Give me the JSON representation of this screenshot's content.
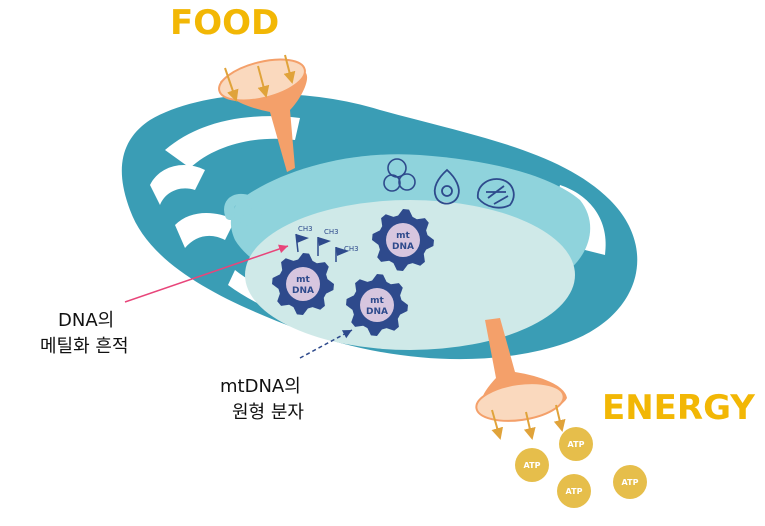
{
  "labels": {
    "food": "FOOD",
    "energy": "ENERGY"
  },
  "annotations": {
    "methylation": {
      "line1": "DNA의",
      "line2": "메틸화 흔적"
    },
    "circular": {
      "line1": "mtDNA의",
      "line2": "원형 분자"
    }
  },
  "gears": [
    {
      "line1": "mt",
      "line2": "DNA"
    },
    {
      "line1": "mt",
      "line2": "DNA"
    },
    {
      "line1": "mt",
      "line2": "DNA"
    }
  ],
  "methyl_tags": [
    "CH3",
    "CH3",
    "CH3"
  ],
  "atp_molecules": [
    "ATP",
    "ATP",
    "ATP",
    "ATP"
  ],
  "food_icons": [
    "grains-icon",
    "avocado-icon",
    "salmon-steak-icon"
  ],
  "colors": {
    "membrane": "#3A9DB5",
    "inner": "#8FD3DC",
    "matrix": "#CFE9E8",
    "label_yellow": "#F2B705",
    "funnel": "#F4A06A",
    "funnel_light": "#FAD9BE",
    "gear": "#2E4A8C",
    "gear_center": "#D7C6DF",
    "atp": "#E6BE4B",
    "arrow_pink": "#E8457A",
    "arrow_navy": "#2E4A8C"
  }
}
